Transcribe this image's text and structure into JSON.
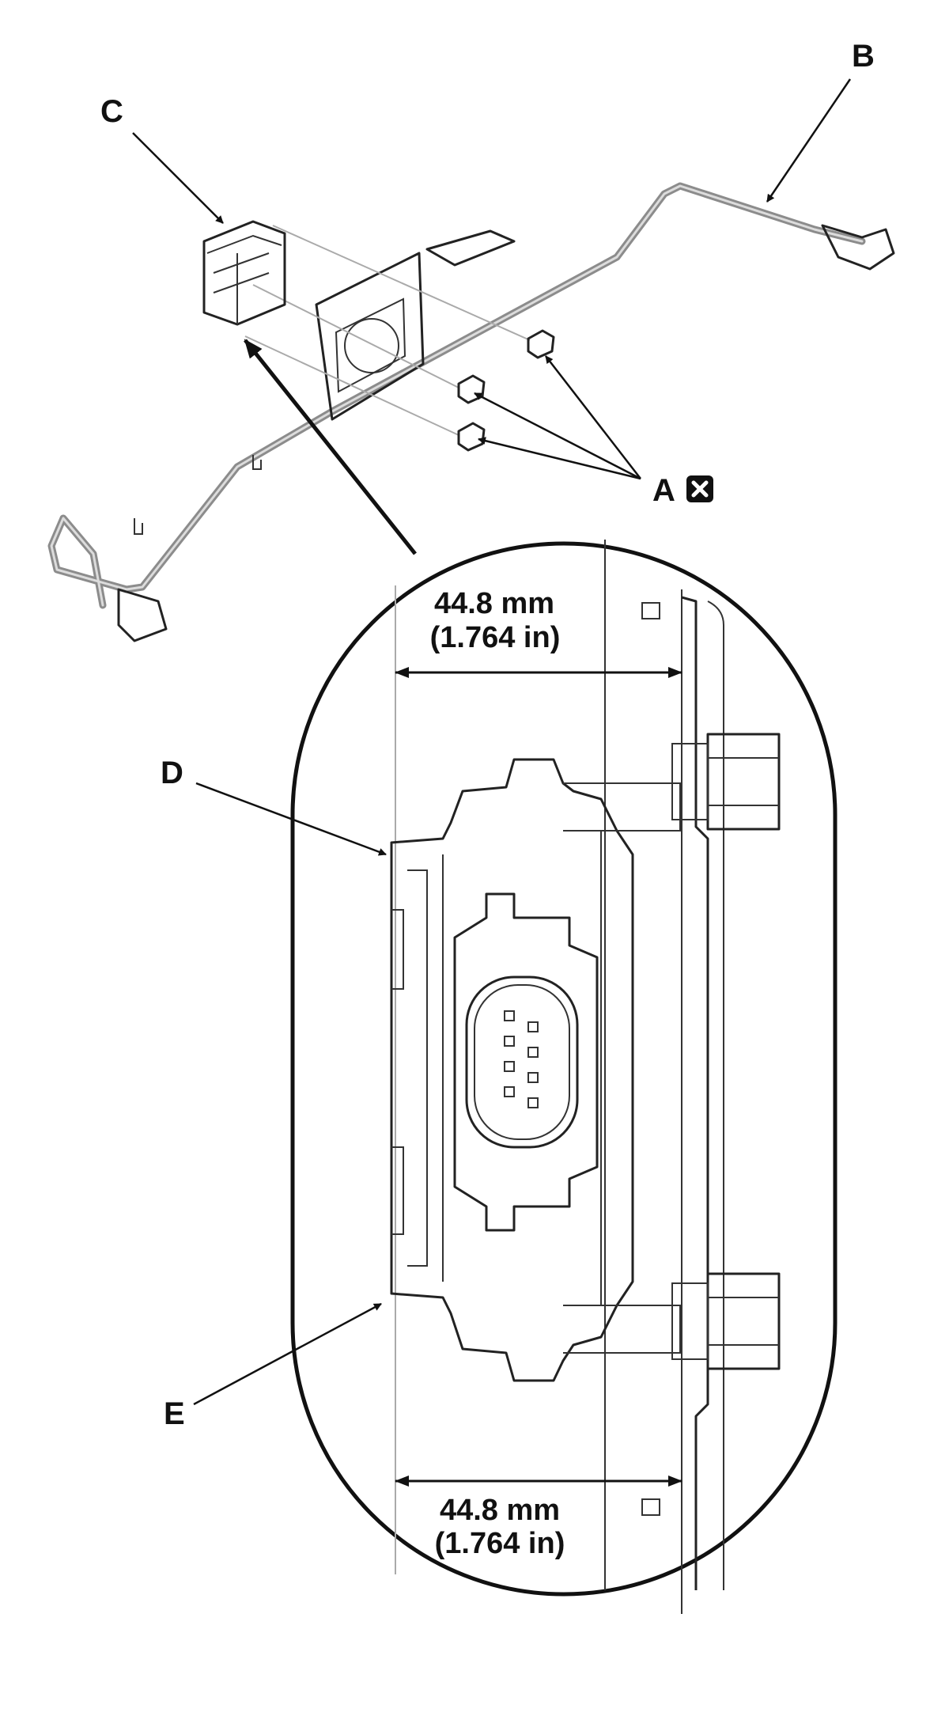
{
  "callouts": {
    "a": "A",
    "b": "B",
    "c": "C",
    "d": "D",
    "e": "E"
  },
  "a_symbol": "x-box-icon",
  "dimensions": {
    "top": {
      "metric": "44.8 mm",
      "imperial": "(1.764 in)"
    },
    "bottom": {
      "metric": "44.8 mm",
      "imperial": "(1.764 in)"
    }
  },
  "colors": {
    "line": "#111111",
    "part_gray": "#9a9a9a",
    "guide": "#aaaaaa"
  }
}
